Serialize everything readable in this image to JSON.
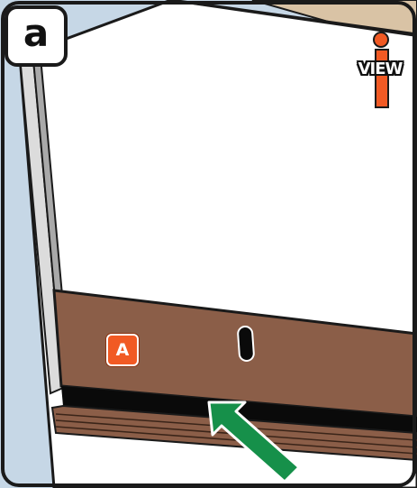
{
  "step": {
    "label": "a"
  },
  "view_icon": {
    "label": "VIEW"
  },
  "callouts": [
    {
      "label": "A"
    }
  ],
  "colors": {
    "wall": "#c6d7e6",
    "panel": "#ffffff",
    "wood": "#8b5e48",
    "gap": "#0a0a0a",
    "arrow": "#16904a",
    "tag": "#f15a24",
    "view_icon": "#f15a24",
    "outline": "#1a1a1a"
  }
}
